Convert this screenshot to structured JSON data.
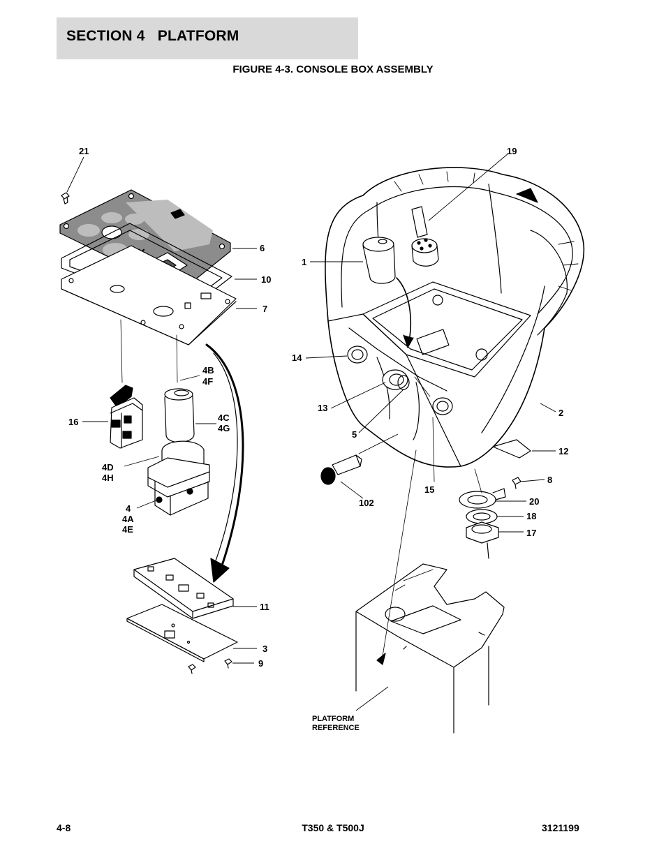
{
  "header": {
    "section": "SECTION 4   PLATFORM"
  },
  "figure": {
    "title": "FIGURE 4-3. CONSOLE BOX ASSEMBLY"
  },
  "callouts": {
    "c21": "21",
    "c6": "6",
    "c10": "10",
    "c7": "7",
    "c4b": "4B",
    "c4f": "4F",
    "c16": "16",
    "c4c": "4C",
    "c4g": "4G",
    "c4d": "4D",
    "c4h": "4H",
    "c4": "4",
    "c4a": "4A",
    "c4e": "4E",
    "c11": "11",
    "c3": "3",
    "c9": "9",
    "c19": "19",
    "c1": "1",
    "c14": "14",
    "c13": "13",
    "c5": "5",
    "c2": "2",
    "c12": "12",
    "c8": "8",
    "c102": "102",
    "c15": "15",
    "c20": "20",
    "c18": "18",
    "c17": "17"
  },
  "platform_reference": {
    "line1": "PLATFORM",
    "line2": "REFERENCE"
  },
  "footer": {
    "page": "4-8",
    "model": "T350 & T500J",
    "doc_number": "3121199"
  }
}
